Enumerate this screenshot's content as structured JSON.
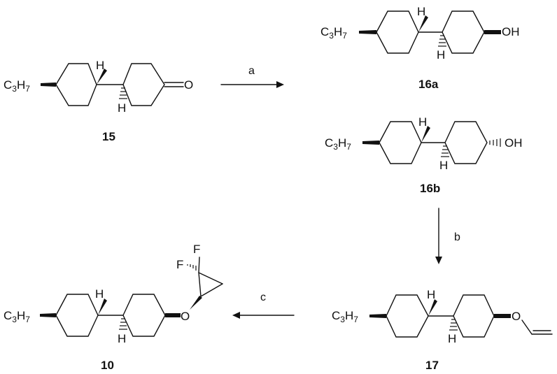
{
  "substituent": {
    "main": "C",
    "sub1": "3",
    "mid": "H",
    "sub2": "7"
  },
  "atoms": {
    "H": "H",
    "O": "O",
    "OH": "OH",
    "F": "F"
  },
  "compounds": {
    "c15": {
      "number": "15"
    },
    "c16a": {
      "number": "16a"
    },
    "c16b": {
      "number": "16b"
    },
    "c17": {
      "number": "17"
    },
    "c10": {
      "number": "10"
    }
  },
  "reagents": {
    "a": "a",
    "b": "b",
    "c": "c"
  }
}
